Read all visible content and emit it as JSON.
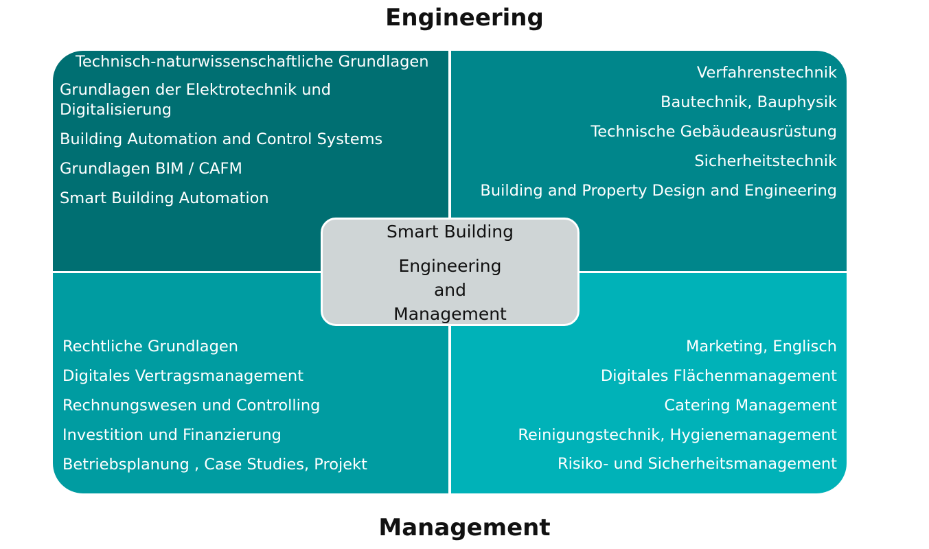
{
  "headings": {
    "top": "Engineering",
    "bottom": "Management"
  },
  "quadrants": {
    "top_left": {
      "color": "#006f72",
      "items": [
        "Technisch-naturwissenschaftliche Grundlagen",
        "Grundlagen der Elektrotechnik und Digitalisierung",
        "Building Automation and Control Systems",
        "Grundlagen BIM / CAFM",
        "Smart Building Automation"
      ]
    },
    "top_right": {
      "color": "#00868b",
      "items": [
        "Verfahrenstechnik",
        "Bautechnik, Bauphysik",
        "Technische Gebäudeausrüstung",
        "Sicherheitstechnik",
        "Building and Property Design and Engineering"
      ]
    },
    "bottom_left": {
      "color": "#009ca1",
      "items": [
        "Rechtliche Grundlagen",
        "Digitales Vertragsmanagement",
        "Rechnungswesen und Controlling",
        "Investition und Finanzierung",
        "Betriebsplanung , Case Studies, Projekt"
      ]
    },
    "bottom_right": {
      "color": "#00b2b8",
      "items": [
        "Marketing, Englisch",
        "Digitales Flächenmanagement",
        "Catering Management",
        "Reinigungstechnik, Hygienemanagement",
        "Risiko- und Sicherheitsmanagement"
      ]
    }
  },
  "center": {
    "title": "Smart Building",
    "subtitle": "Engineering\nand\nManagement",
    "color": "#cfd5d6"
  }
}
